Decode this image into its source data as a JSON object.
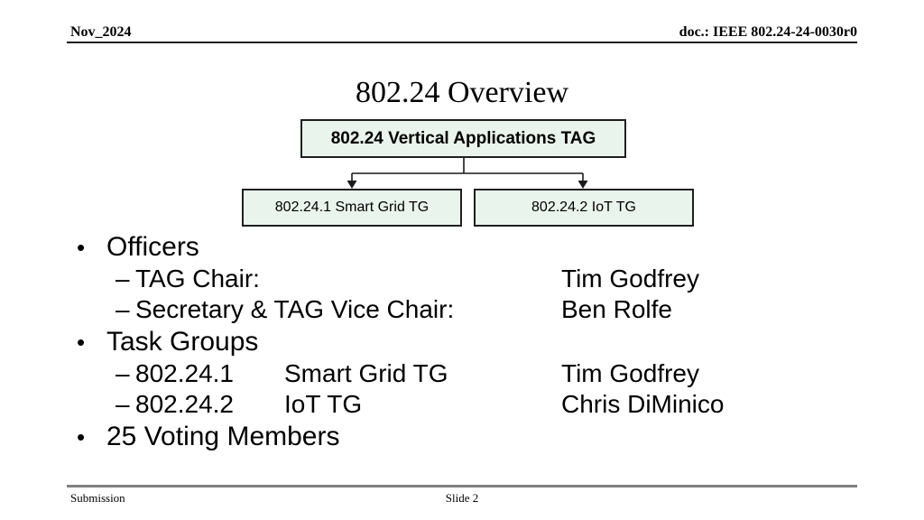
{
  "header": {
    "left": "Nov_2024",
    "right": "doc.: IEEE 802.24-24-0030r0"
  },
  "title": "802.24 Overview",
  "org_chart": {
    "root": "802.24 Vertical Applications TAG",
    "children": [
      "802.24.1 Smart Grid TG",
      "802.24.2 IoT TG"
    ]
  },
  "markers": {
    "bullet": "•",
    "dash": "–"
  },
  "bullets": [
    {
      "level": 1,
      "text": "Officers"
    },
    {
      "level": 2,
      "text": "TAG Chair:",
      "value": "Tim Godfrey"
    },
    {
      "level": 2,
      "text": "Secretary & TAG Vice Chair:",
      "value": "Ben Rolfe"
    },
    {
      "level": 1,
      "text": "Task Groups"
    },
    {
      "level": 2,
      "text": "802.24.1",
      "text2": "Smart Grid TG",
      "value": "Tim Godfrey"
    },
    {
      "level": 2,
      "text": "802.24.2",
      "text2": "IoT TG",
      "value": "Chris DiMinico"
    },
    {
      "level": 1,
      "text": "25 Voting Members"
    }
  ],
  "footer": {
    "left": "Submission",
    "center": "Slide 2"
  },
  "colors": {
    "box_fill": "#e9f4ec",
    "box_border": "#1f1f1f",
    "footer_line": "#7f7f7f",
    "text": "#000000"
  }
}
